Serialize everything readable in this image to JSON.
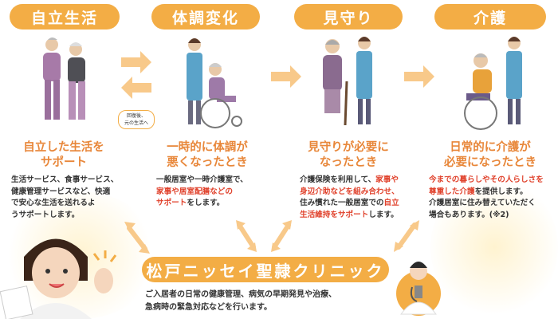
{
  "steps": [
    {
      "title": "自立生活",
      "subtitle": [
        "自立した生活を",
        "サポート"
      ],
      "body": [
        {
          "t": "生活サービス、食事サービス、",
          "r": false
        },
        {
          "t": "健康管理サービスなど、快適",
          "r": false
        },
        {
          "t": "で安心な生活を送れるよ",
          "r": false
        },
        {
          "t": "うサポートします。",
          "r": false
        }
      ]
    },
    {
      "title": "体調変化",
      "subtitle": [
        "一時的に体調が",
        "悪くなったとき"
      ],
      "body_lines": [
        [
          "一般居室や一時介護室で、",
          ""
        ],
        [
          "",
          "家事や居室配膳などの"
        ],
        [
          "",
          "サポート",
          "をします。"
        ]
      ]
    },
    {
      "title": "見守り",
      "subtitle": [
        "見守りが必要に",
        "なったとき"
      ]
    },
    {
      "title": "介護",
      "subtitle": [
        "日常的に介護が",
        "必要になったとき"
      ]
    }
  ],
  "s1": {
    "l1": "生活サービス、食事サービス、",
    "l2": "健康管理サービスなど、快適",
    "l3": "で安心な生活を送れるよ",
    "l4": "うサポートします。"
  },
  "s2": {
    "l1": "一般居室や一時介護室で、",
    "l2r": "家事や居室配膳などの",
    "l3r": "サポート",
    "l3": "をします。"
  },
  "s3": {
    "l1": "介護保険を利用して、",
    "l1r": "家事や",
    "l2r": "身辺介助などを組み合わせ、",
    "l3": "住み慣れた一般居室での",
    "l3r": "自立",
    "l4r": "生活維持をサポート",
    "l4": "します。"
  },
  "s4": {
    "l1r": "今までの暮らしやその人らしさを",
    "l2r": "尊重した介護",
    "l2": "を提供します。",
    "l3": "介護居室に住み替えていただく",
    "l4": "場合もあります。(※2)"
  },
  "bubble": [
    "回復後、",
    "元の生活へ"
  ],
  "clinic": {
    "name": "松戸ニッセイ聖隷クリニック",
    "lines": [
      "ご入居者の日常の健康管理、病気の早期発見や治療、",
      "急病時の緊急対応などを行います。"
    ]
  },
  "colors": {
    "accent": "#f3ad45",
    "subtitle": "#e8873a",
    "highlight": "#e0412b"
  }
}
